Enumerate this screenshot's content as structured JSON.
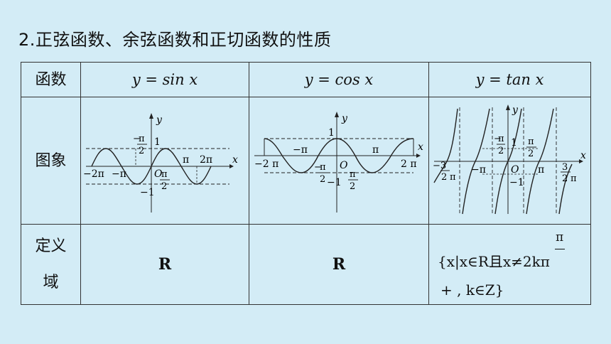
{
  "title": "2.正弦函数、余弦函数和正切函数的性质",
  "header": {
    "label": "函数",
    "sin": "y = sin x",
    "cos": "y = cos x",
    "tan": "y = tan x"
  },
  "rows": {
    "graph_label": "图象",
    "domain_label_1": "定义",
    "domain_label_2": "域",
    "sin_domain": "R",
    "cos_domain": "R",
    "tan_domain_line1": "{x|x∈R且x≠",
    "tan_domain_frac": "π",
    "tan_domain_denom_k": "2kπ",
    "tan_domain_line2": "+   ,  k∈Z}"
  },
  "graph_labels": {
    "y": "y",
    "x": "x",
    "O": "O",
    "one": "1",
    "neg_one": "−1",
    "pi": "π",
    "neg_pi": "−π",
    "two_pi": "2π",
    "neg_two_pi": "−2π",
    "two_pi_sp": "2 π",
    "neg_two_pi_sp": "−2 π",
    "half": "2",
    "three": "3",
    "neg_sign": "−",
    "neg_three": "−3",
    "neg": "−"
  }
}
